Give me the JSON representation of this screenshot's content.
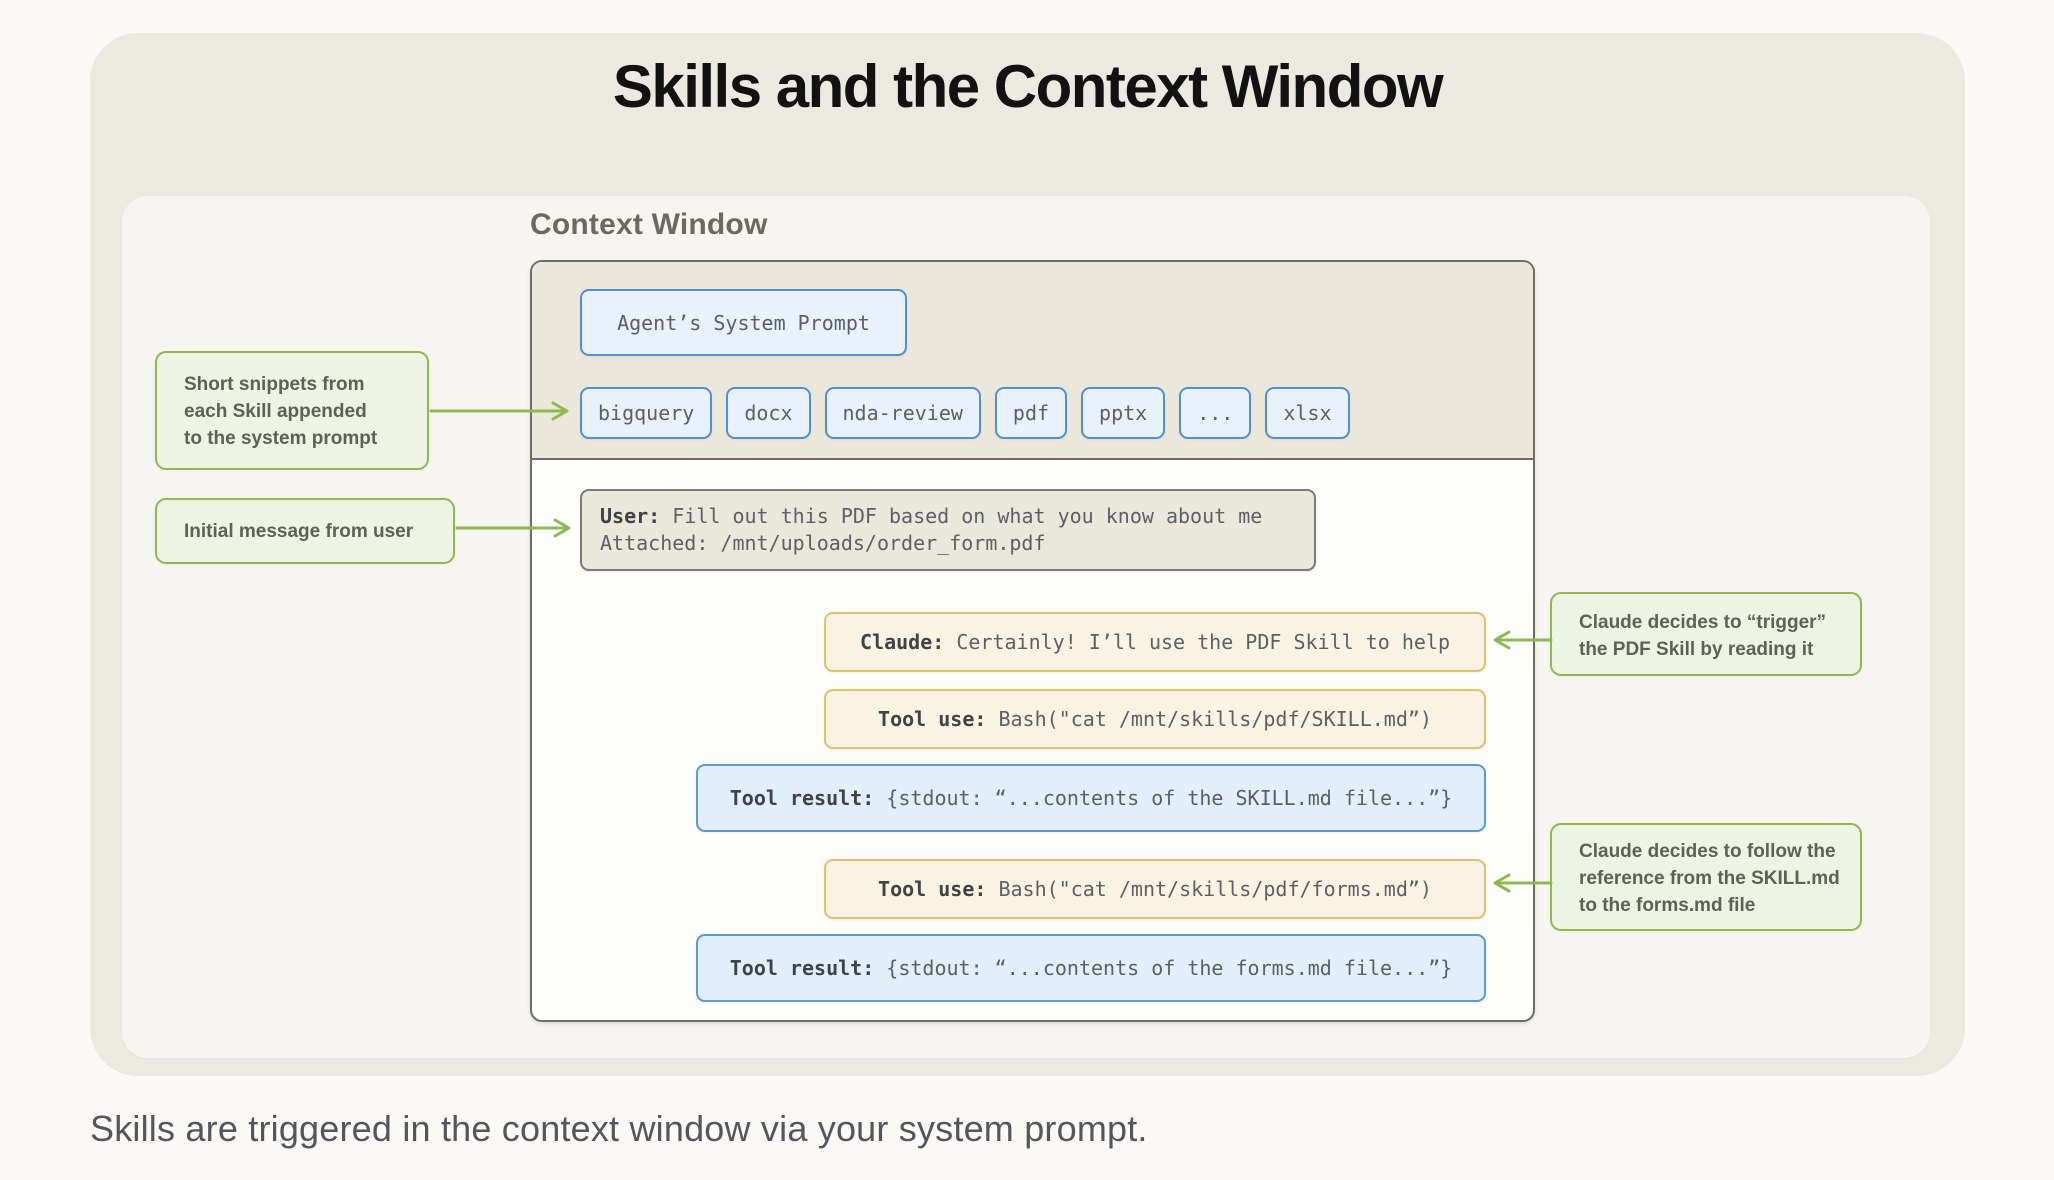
{
  "title": "Skills and the Context Window",
  "caption": "Skills are triggered in the context window via your system prompt.",
  "context_window": {
    "label": "Context Window",
    "system_prompt_label": "Agent’s System Prompt",
    "skills": [
      "bigquery",
      "docx",
      "nda-review",
      "pdf",
      "pptx",
      "...",
      "xlsx"
    ],
    "conversation": {
      "user": {
        "label": "User:",
        "text": " Fill out this PDF based on what you know about me",
        "line2": "Attached: /mnt/uploads/order_form.pdf"
      },
      "claude": {
        "label": "Claude:",
        "text": " Certainly! I’ll use the PDF Skill to help"
      },
      "tool_use_skill": {
        "label": "Tool use:",
        "text": " Bash(\"cat /mnt/skills/pdf/SKILL.md”)"
      },
      "tool_result_skill": {
        "label": "Tool result:",
        "text": " {stdout: “...contents of the SKILL.md file...”}"
      },
      "tool_use_forms": {
        "label": "Tool use:",
        "text": " Bash(\"cat /mnt/skills/pdf/forms.md”)"
      },
      "tool_result_forms": {
        "label": "Tool result:",
        "text": " {stdout: “...contents of the forms.md file...”}"
      }
    }
  },
  "callouts": {
    "left_top": {
      "lines": [
        "Short snippets from",
        "each Skill appended",
        "to the system prompt"
      ]
    },
    "left_bottom": {
      "lines": [
        "Initial message from user"
      ]
    },
    "right_top": {
      "lines": [
        "Claude decides to “trigger”",
        "the PDF Skill by reading it"
      ]
    },
    "right_bottom": {
      "lines": [
        "Claude decides to follow the",
        "reference from the SKILL.md",
        "to the forms.md file"
      ]
    }
  },
  "colors": {
    "page_bg": "#faf9f5",
    "card_bg": "#ece9e0",
    "panel_bg": "#f7f5f1",
    "prompt_section_bg": "#ebe7db",
    "box_border": "#6d6d65",
    "blue_bg": "#e8f1fc",
    "blue_border": "#4e92d4",
    "result_blue_bg": "#e3eefb",
    "tan_bg": "#eae7db",
    "tan_border": "#7b7b73",
    "orange_bg": "#faf2e2",
    "orange_border": "#e3bf6e",
    "green_bg": "#eef3e4",
    "green_accent": "#8eb950",
    "title_color": "#121212",
    "mono_text": "#5c6066"
  }
}
